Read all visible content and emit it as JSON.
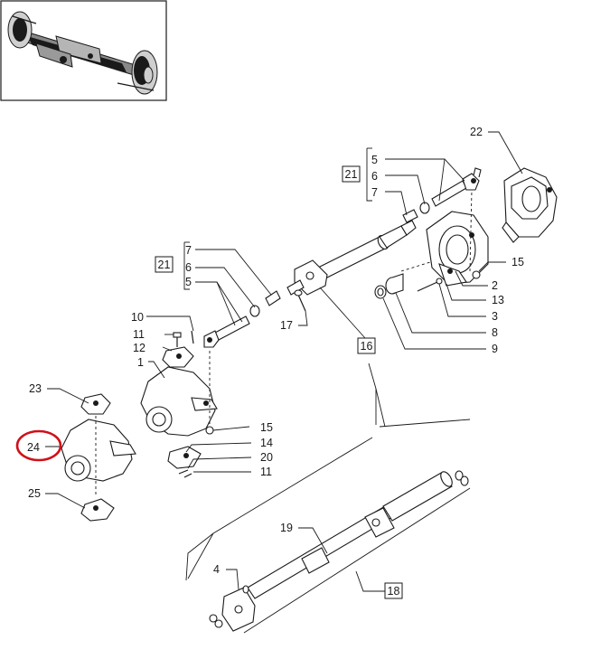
{
  "accent_color": "#d0101a",
  "highlighted_part": "24",
  "labels": {
    "p1": "1",
    "p2": "2",
    "p3": "3",
    "p4": "4",
    "p5a": "5",
    "p5b": "5",
    "p6a": "6",
    "p6b": "6",
    "p7a": "7",
    "p7b": "7",
    "p8": "8",
    "p9": "9",
    "p10": "10",
    "p11a": "11",
    "p11b": "11",
    "p12": "12",
    "p13": "13",
    "p14": "14",
    "p15a": "15",
    "p15b": "15",
    "p16": "16",
    "p17": "17",
    "p18": "18",
    "p19": "19",
    "p20": "20",
    "p21a": "21",
    "p21b": "21",
    "p22": "22",
    "p23": "23",
    "p24": "24",
    "p25": "25"
  }
}
